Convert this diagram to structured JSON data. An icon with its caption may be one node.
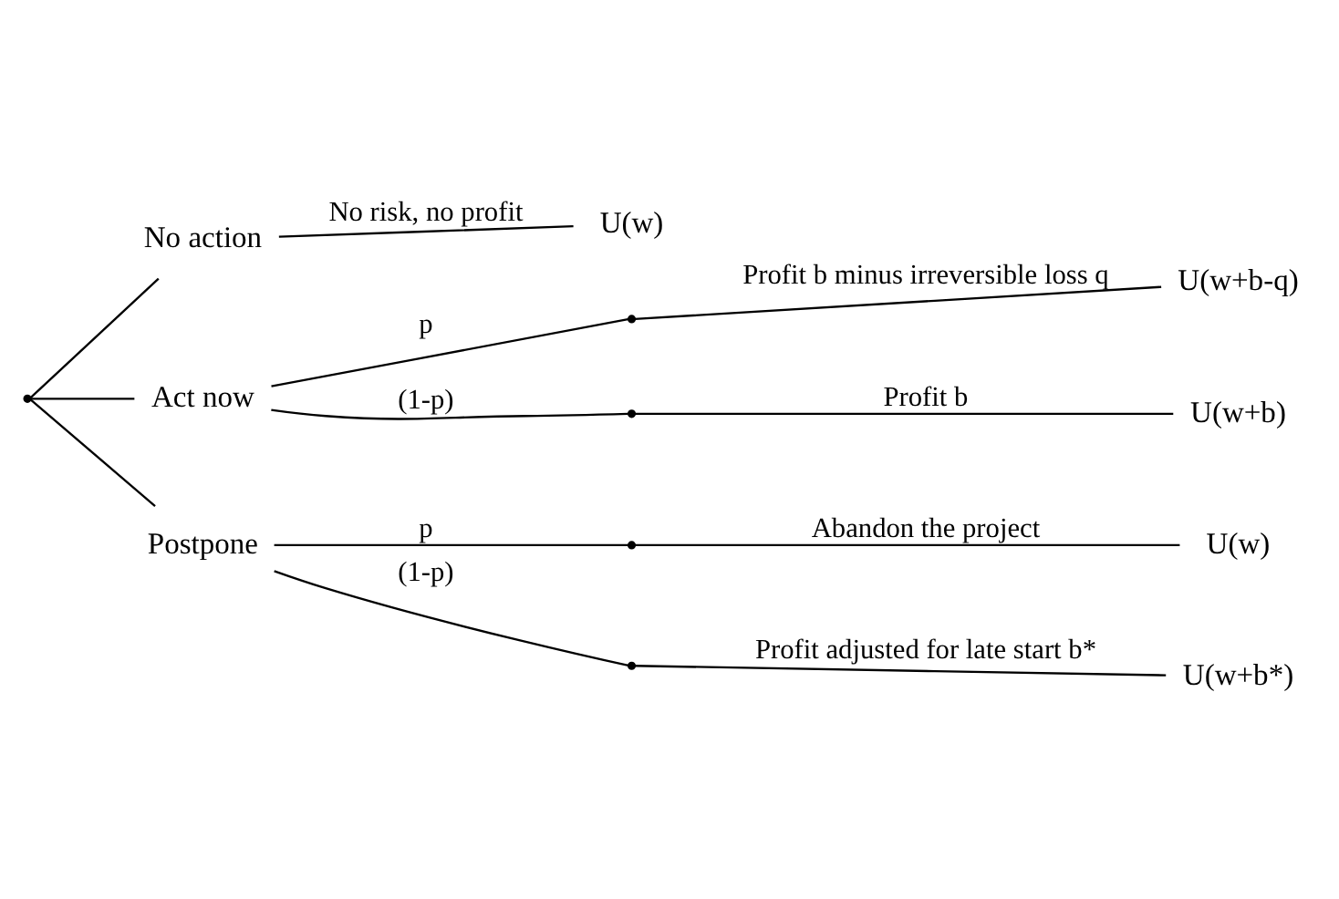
{
  "diagram": {
    "nodes": [
      {
        "text": [],
        "shape": "point"
      },
      {
        "text": [
          "No action"
        ]
      },
      {
        "text": [
          "Act now"
        ]
      },
      {
        "text": [
          "Postpone"
        ]
      },
      {
        "text": [],
        "shape": "point"
      },
      {
        "text": [],
        "shape": "point"
      },
      {
        "text": [],
        "shape": "point"
      },
      {
        "text": [],
        "shape": "point"
      },
      {
        "text": [
          "U(w)"
        ]
      },
      {
        "text": [
          "U(w+b-q)"
        ]
      },
      {
        "text": [
          "U(w+b)"
        ]
      },
      {
        "text": [
          "U(w)"
        ]
      },
      {
        "text": [
          "U(w+b*)"
        ]
      }
    ],
    "edges": [
      {
        "from": 0,
        "to": 1,
        "arrow": "none"
      },
      {
        "from": 0,
        "to": 2,
        "arrow": "none"
      },
      {
        "from": 0,
        "to": 3,
        "arrow": "none"
      },
      {
        "from": 1,
        "to": 8,
        "arrow": "none",
        "label": "No risk, no profit"
      },
      {
        "from": 2,
        "to": 4,
        "arrow": "none",
        "label": "p"
      },
      {
        "from": 2,
        "to": 5,
        "arrow": "none",
        "label": "(1-p)"
      },
      {
        "from": 4,
        "to": 9,
        "arrow": "none",
        "label": "Profit b minus irreversible loss q"
      },
      {
        "from": 5,
        "to": 10,
        "arrow": "none",
        "label": "Profit b"
      },
      {
        "from": 3,
        "to": 6,
        "arrow": "none",
        "label": "p"
      },
      {
        "from": 3,
        "to": 7,
        "arrow": "none",
        "label": "(1-p)"
      },
      {
        "from": 6,
        "to": 11,
        "arrow": "none",
        "label": "Abandon the project"
      },
      {
        "from": 7,
        "to": 12,
        "arrow": "none",
        "label": "Profit adjusted for late start b*"
      }
    ]
  }
}
